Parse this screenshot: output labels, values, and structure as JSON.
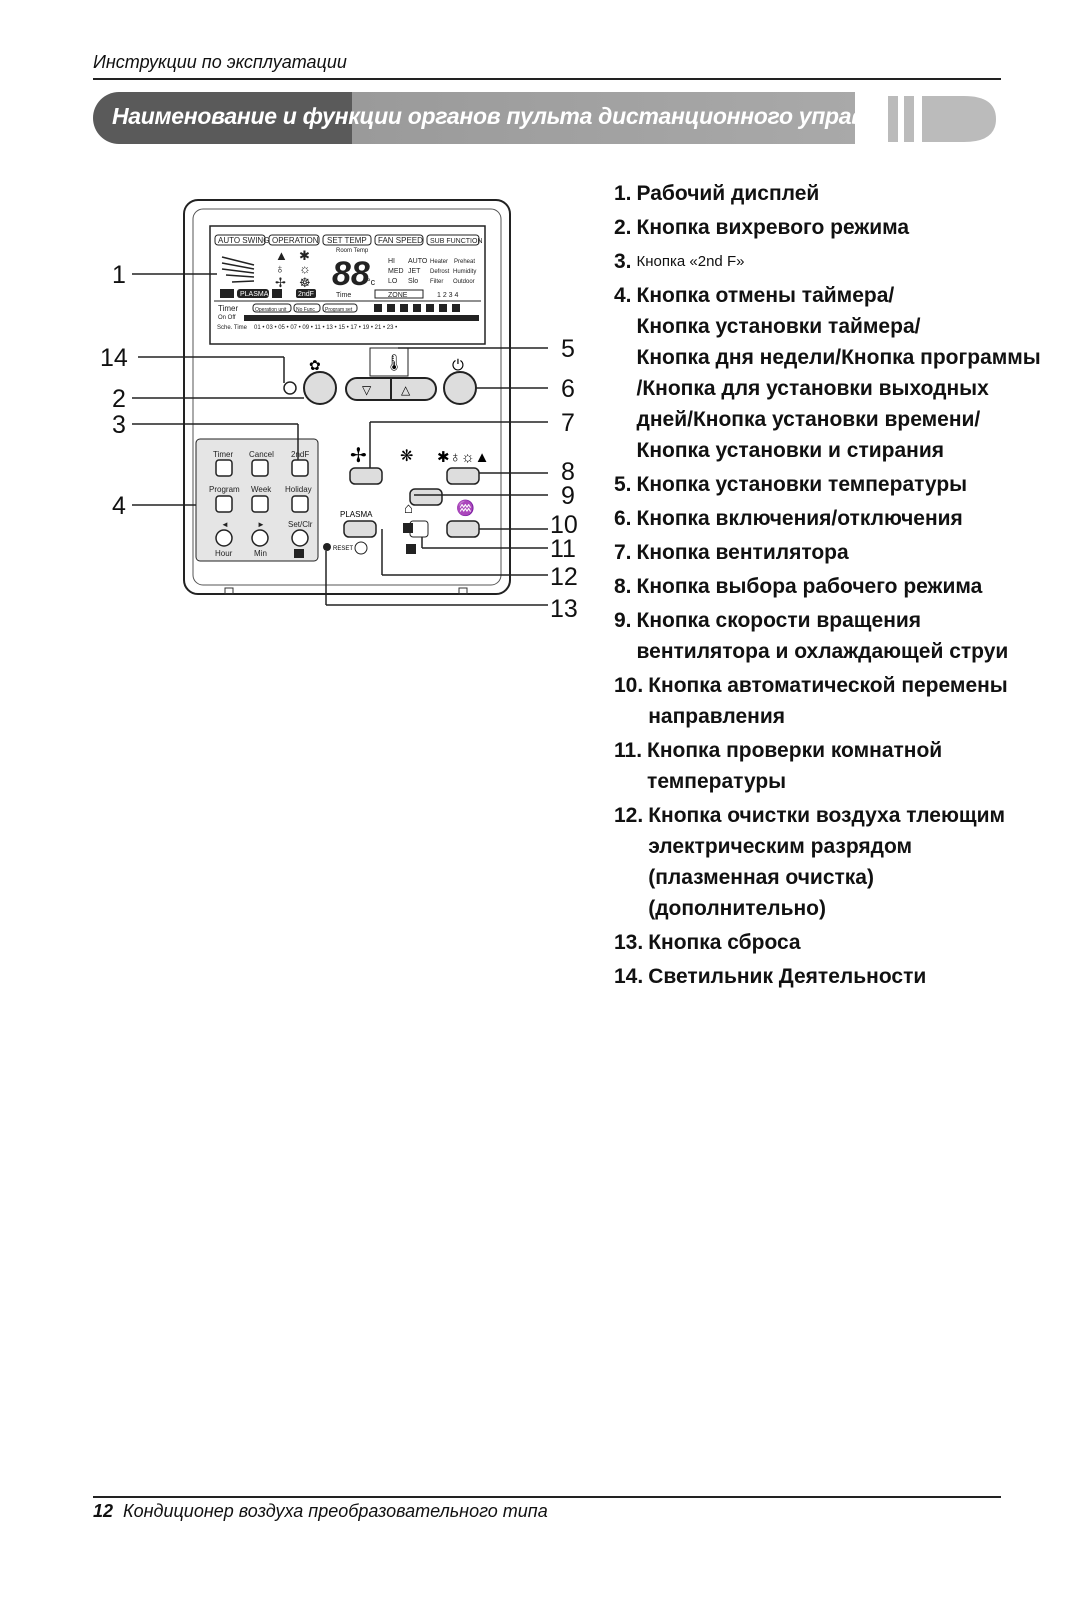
{
  "header": {
    "title": "Инструкции по эксплуатации"
  },
  "banner": {
    "text": "Наименование и функции органов пульта дистанционного управления"
  },
  "list": [
    {
      "num": "1.",
      "text": "Рабочий дисплей"
    },
    {
      "num": "2.",
      "text": "Кнопка вихревого режима"
    },
    {
      "num": "3.",
      "text": "Кнопка «2nd F»",
      "small": true
    },
    {
      "num": "4.",
      "text": "Кнопка отмены таймера/\nКнопка установки таймера/\nКнопка дня недели/Кнопка программы\n/Кнопка для установки выходных\nдней/Кнопка установки времени/\nКнопка установки и стирания"
    },
    {
      "num": "5.",
      "text": "Кнопка установки температуры"
    },
    {
      "num": "6.",
      "text": "Кнопка включения/отключения"
    },
    {
      "num": "7.",
      "text": "Кнопка вентилятора"
    },
    {
      "num": "8.",
      "text": "Кнопка выбора рабочего режима"
    },
    {
      "num": "9.",
      "text": "Кнопка скорости вращения\nвентилятора и охлаждающей струи"
    },
    {
      "num": "10.",
      "text": "Кнопка автоматической перемены\nнаправления"
    },
    {
      "num": "11.",
      "text": "Кнопка проверки комнатной\nтемпературы"
    },
    {
      "num": "12.",
      "text": "Кнопка очистки воздуха тлеющим\nэлектрическим разрядом\n(плазменная очистка)\n(дополнительно)"
    },
    {
      "num": "13.",
      "text": "Кнопка сброса"
    },
    {
      "num": "14.",
      "text": "Светильник Деятельности"
    }
  ],
  "diagram": {
    "display_tabs": [
      "AUTO SWING",
      "OPERATION",
      "SET TEMP",
      "FAN SPEED",
      "SUB FUNCTION"
    ],
    "room_temp": "Room Temp",
    "digits": "88",
    "unit": "°c",
    "fan_levels": [
      "HI",
      "MED",
      "LO"
    ],
    "modes": [
      "AUTO",
      "JET",
      "Slo"
    ],
    "sub": [
      "Heater",
      "Preheat",
      "Defrost",
      "Humidity",
      "Filter",
      "Outdoor"
    ],
    "plasma": "PLASMA",
    "second_f": "2ndF",
    "time": "Time",
    "zone": "ZONE",
    "zone_nums": "1 2 3 4",
    "timer": "Timer",
    "on_off": "On  Off",
    "operation_unit": "Operation unit",
    "no_func": "No Func",
    "program_set": "Program set",
    "sch_time": "Sche.  Time",
    "hours": "01 • 03 • 05 • 07 • 09 • 11 • 13 • 15 • 17 • 19 • 21 • 23 •",
    "keys": {
      "timer": "Timer",
      "cancel": "Cancel",
      "second_f": "2ndF",
      "program": "Program",
      "week": "Week",
      "holiday": "Holiday",
      "left": "◄",
      "right": "►",
      "set_clr": "Set/Clr",
      "hour": "Hour",
      "min": "Min",
      "plasma": "PLASMA",
      "reset": "RESET"
    },
    "callouts": [
      "1",
      "14",
      "2",
      "3",
      "4",
      "5",
      "6",
      "7",
      "8",
      "9",
      "10",
      "11",
      "12",
      "13"
    ]
  },
  "footer": {
    "page": "12",
    "text": "Кондиционер воздуха преобразовательного типа"
  }
}
